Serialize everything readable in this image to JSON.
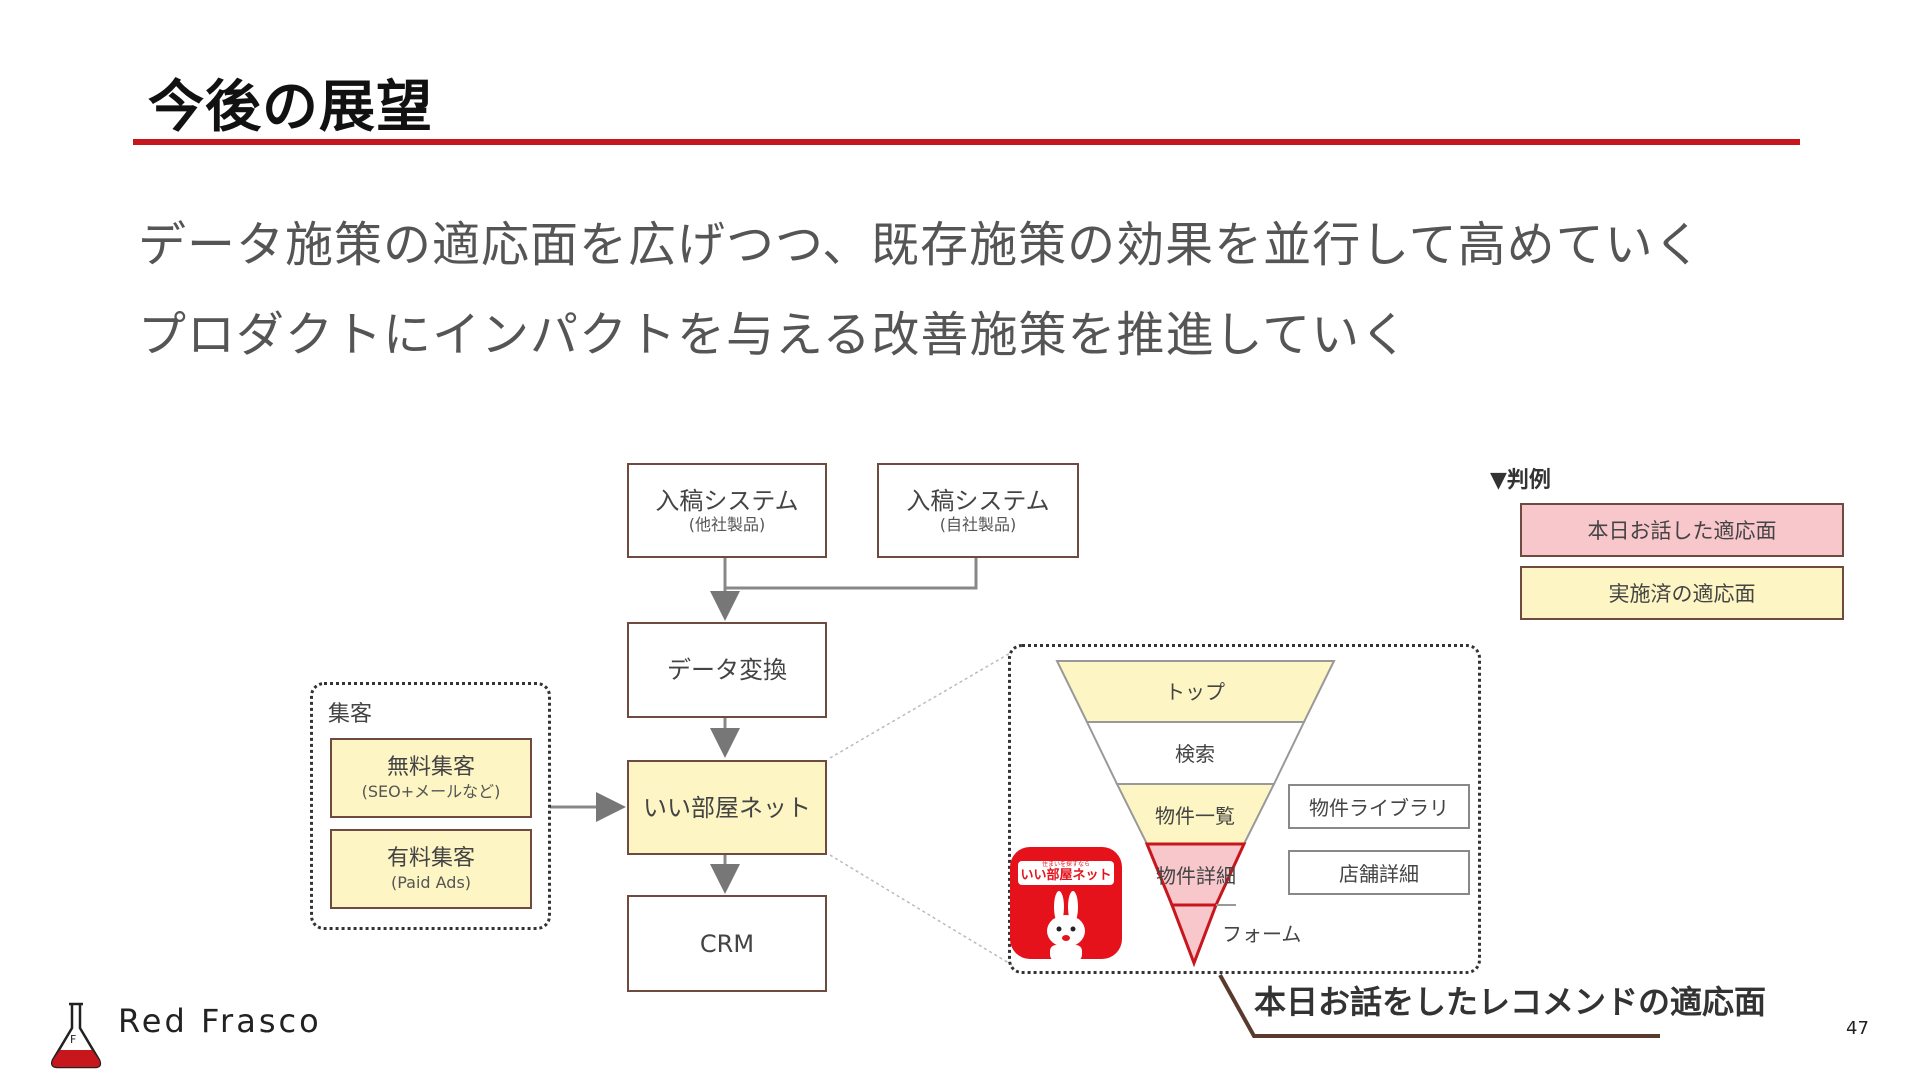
{
  "title": "今後の展望",
  "subtitle_lines": [
    "データ施策の適応面を広げつつ、既存施策の効果を並行して高めていく",
    "プロダクトにインパクトを与える改善施策を推進していく"
  ],
  "diagram": {
    "source_a": {
      "title": "入稿システム",
      "sub": "(他社製品)"
    },
    "source_b": {
      "title": "入稿システム",
      "sub": "(自社製品)"
    },
    "convert": "データ変換",
    "product": "いい部屋ネット",
    "crm": "CRM",
    "acquisition": {
      "label": "集客",
      "free": {
        "title": "無料集客",
        "sub": "(SEO+メールなど)"
      },
      "paid": {
        "title": "有料集客",
        "sub": "(Paid Ads)"
      }
    },
    "funnel": {
      "levels": [
        "トップ",
        "検索",
        "物件一覧",
        "物件詳細",
        "フォーム"
      ],
      "side": [
        "物件ライブラリ",
        "店舗詳細"
      ]
    },
    "app_icon": {
      "tagline": "住まいを探すなら",
      "name": "いい部屋ネット"
    }
  },
  "legend": {
    "heading": "▼判例",
    "items": [
      {
        "label": "本日お話した適応面",
        "color": "#f7c7cc"
      },
      {
        "label": "実施済の適応面",
        "color": "#fdf5c4"
      }
    ]
  },
  "callout": "本日お話をしたレコメンドの適応面",
  "brand": "Red Frasco",
  "page_number": "47",
  "colors": {
    "accent": "#c8161d",
    "border": "#6e4a3f",
    "yellow": "#fdf5c4",
    "pink": "#f7c7cc"
  }
}
